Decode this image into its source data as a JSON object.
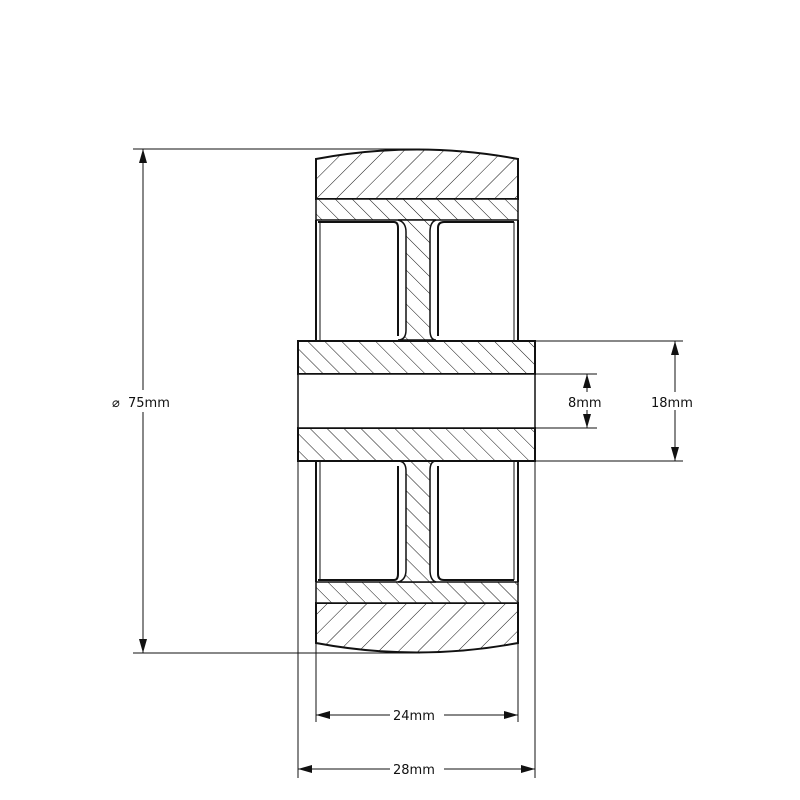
{
  "diagram": {
    "dimensions": {
      "outer_diameter": {
        "symbol": "⌀",
        "label": "75mm"
      },
      "bore": {
        "label": "8mm"
      },
      "hub_height": {
        "label": "18mm"
      },
      "tread_width": {
        "label": "24mm"
      },
      "overall_width": {
        "label": "28mm"
      }
    },
    "colors": {
      "line": "#111111",
      "background": "#ffffff"
    }
  }
}
